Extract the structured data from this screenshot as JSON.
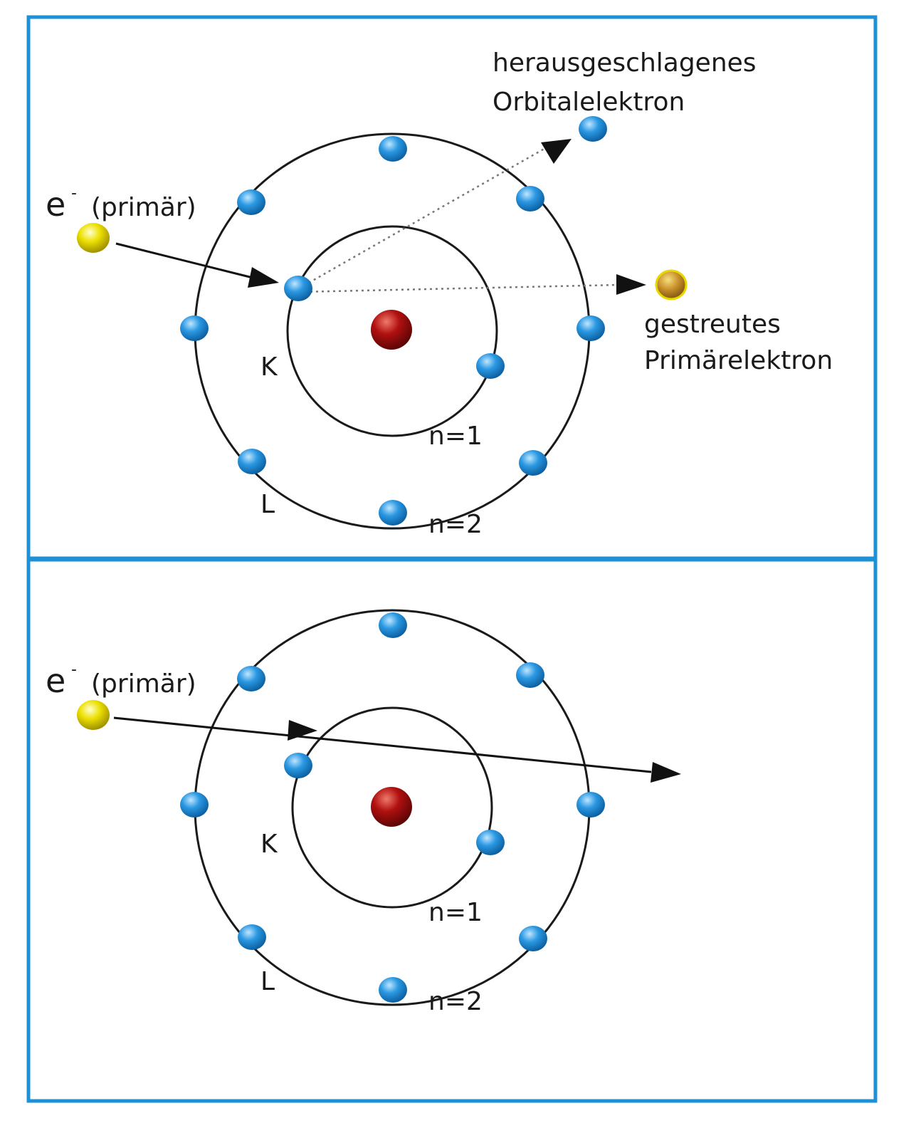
{
  "panels": [
    {
      "id": "top",
      "primary_symbol": "e",
      "primary_superscript": "-",
      "primary_label": "(primär)",
      "shell_k": "K",
      "shell_l": "L",
      "n1": "n=1",
      "n2": "n=2",
      "ejected_line1": "herausgeschlagenes",
      "ejected_line2": "Orbitalelektron",
      "scattered_line1": "gestreutes",
      "scattered_line2": "Primärelektron"
    },
    {
      "id": "bottom",
      "primary_symbol": "e",
      "primary_superscript": "-",
      "primary_label": "(primär)",
      "shell_k": "K",
      "shell_l": "L",
      "n1": "n=1",
      "n2": "n=2"
    }
  ],
  "colors": {
    "frame": "#1e90d6",
    "orbit": "#1a1a1a",
    "electron": "#1a8ad8",
    "nucleus": "#b01010",
    "primary": "#e8d800",
    "scattered": "#c8902a"
  }
}
